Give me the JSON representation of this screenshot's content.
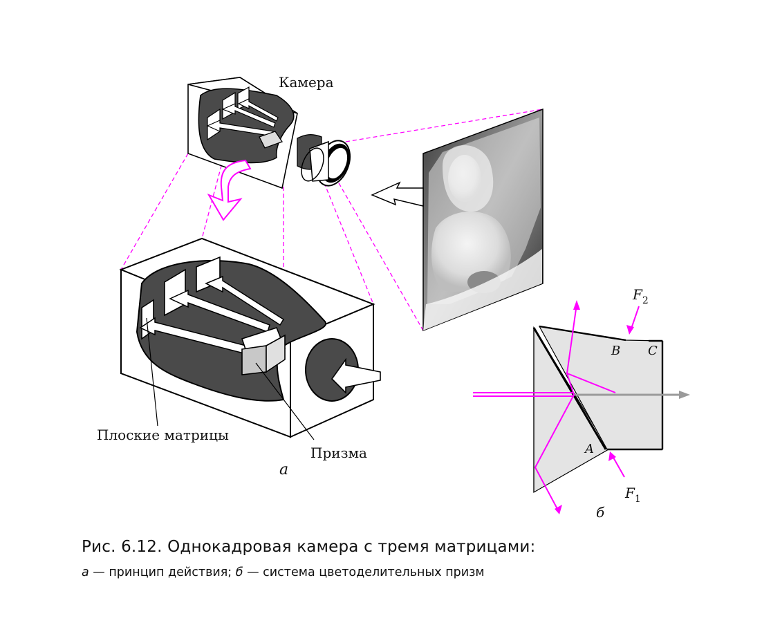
{
  "labels": {
    "camera": "Камера",
    "flat_matrices": "Плоские матрицы",
    "prism": "Призма",
    "part_a": "а",
    "part_b": "б",
    "point_b": "B",
    "point_c": "C",
    "point_a": "A",
    "f2_letter": "F",
    "f2_sub": "2",
    "f1_letter": "F",
    "f1_sub": "1"
  },
  "caption": {
    "title": "Рис. 6.12. Однокадровая камера с тремя матрицами:",
    "a_marker": "а",
    "a_text": " — принцип действия; ",
    "b_marker": "б",
    "b_text": " — система цветоделительных призм"
  },
  "colors": {
    "magenta": "#ff00ff",
    "cavity": "#4a4a4a",
    "prism_fill": "#e4e4e4",
    "gray_beam": "#9a9a9a"
  },
  "icons": [
    "camera-body",
    "lens",
    "photo-portrait",
    "color-separation-prism"
  ]
}
